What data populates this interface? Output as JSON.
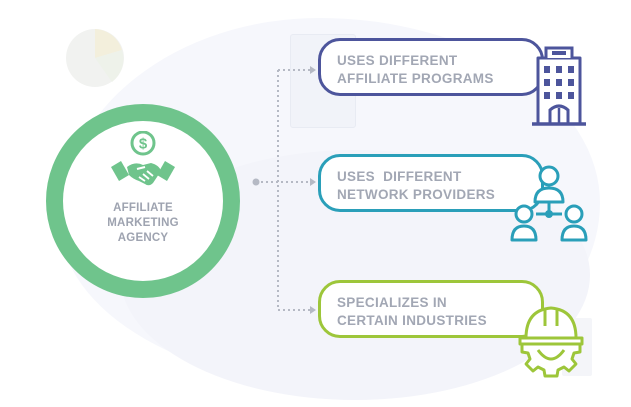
{
  "agency": {
    "label": "AFFILIATE\nMARKETING\nAGENCY",
    "icon": "dollar-handshake-icon",
    "color": "#6fc48c"
  },
  "cards": [
    {
      "text": "USES DIFFERENT\nAFFILIATE PROGRAMS",
      "icon": "building-icon",
      "color": "#4d559c"
    },
    {
      "text": "USES  DIFFERENT\nNETWORK PROVIDERS",
      "icon": "network-people-icon",
      "color": "#2a9fb9"
    },
    {
      "text": "SPECIALIZES IN\nCERTAIN INDUSTRIES",
      "icon": "hardhat-gear-icon",
      "color": "#9dc63a"
    }
  ],
  "connector_color": "#b5b9c4",
  "text_color": "#a2a7b4"
}
